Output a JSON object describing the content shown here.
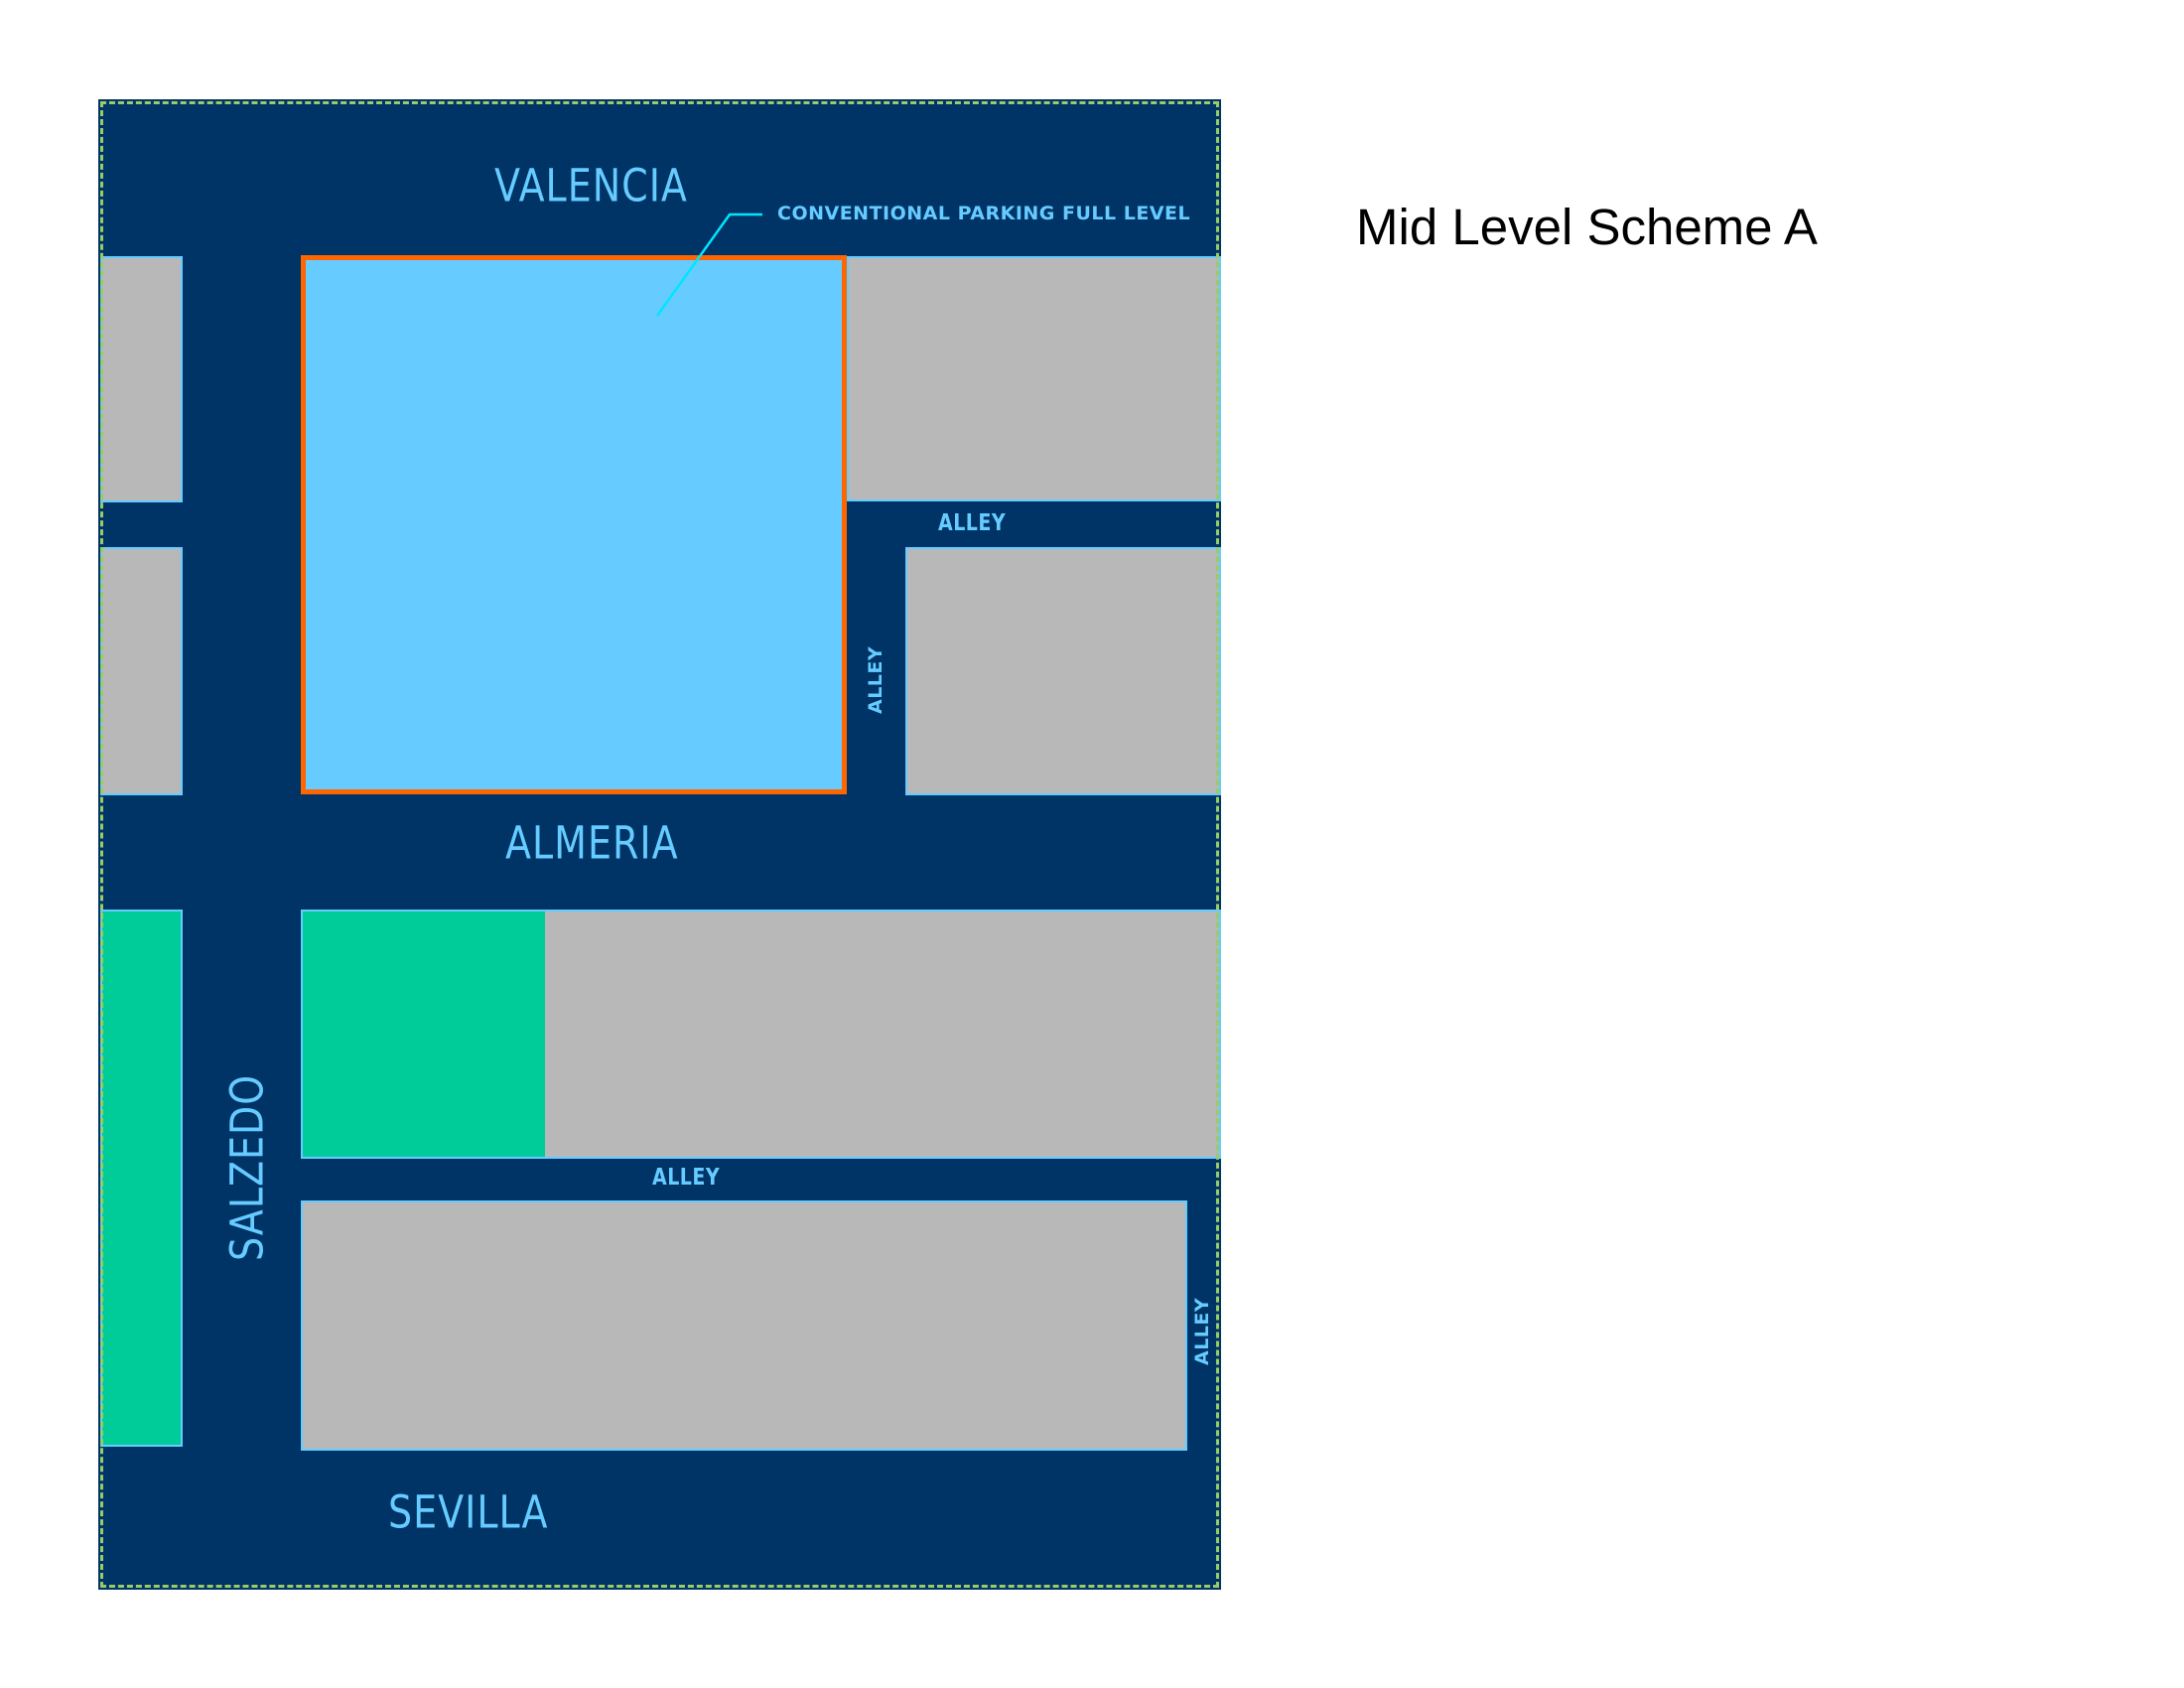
{
  "title": "Mid Level Scheme A",
  "map": {
    "colors": {
      "street": "#003366",
      "block_gray": "#b8b8b8",
      "block_green": "#00cc99",
      "parking": "#66ccff",
      "parking_outline": "#ff6600",
      "label": "#66ccff",
      "leader": "#00e5ff",
      "boundary": "#99cc66"
    },
    "streets": {
      "valencia": "VALENCIA",
      "almeria": "ALMERIA",
      "sevilla": "SEVILLA",
      "salzedo": "SALZEDO"
    },
    "alleys": {
      "top_horizontal": "ALLEY",
      "top_vertical": "ALLEY",
      "bottom_horizontal": "ALLEY",
      "bottom_vertical": "ALLEY"
    },
    "callout": "CONVENTIONAL PARKING FULL LEVEL"
  }
}
